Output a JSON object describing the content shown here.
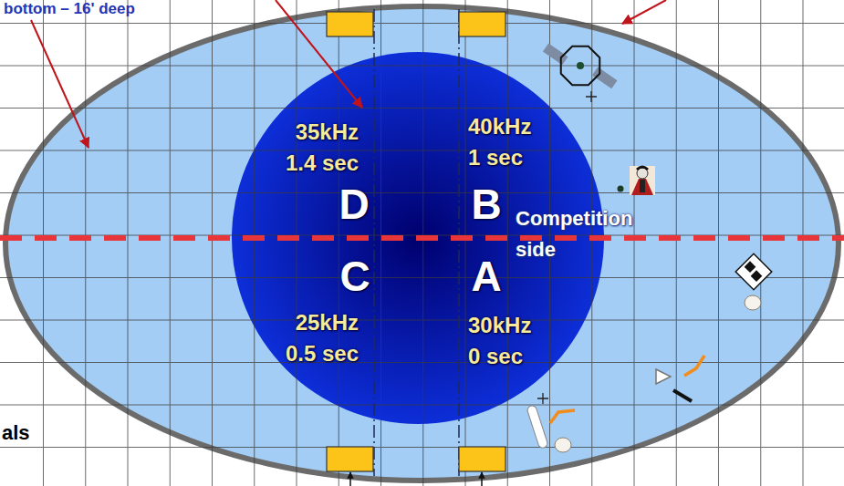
{
  "diagram": {
    "nodes": [
      {
        "text": [
          "Competition side"
        ]
      },
      {
        "text": [
          "35kHz 1.4 sec",
          "40kHz 1 sec",
          "D",
          "B",
          "C",
          "A",
          "25kHz 0.5 sec",
          "30kHz 0 sec"
        ],
        "in": 0
      }
    ],
    "labels": [
      "bottom – 16' deep",
      "als"
    ]
  }
}
